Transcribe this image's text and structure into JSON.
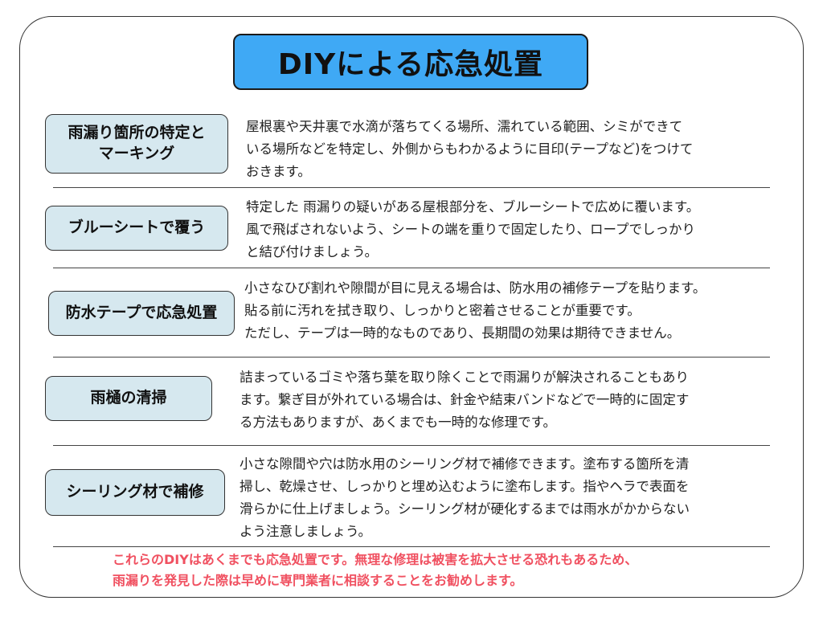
{
  "title": "DIYによる応急処置",
  "sections": [
    {
      "label": "雨漏り箇所の特定と\nマーキング",
      "description": "屋根裏や天井裏で水滴が落ちてくる場所、濡れている範囲、シミができて\nいる場所などを特定し、外側からもわかるように目印(テープなど)をつけて\nおきます。"
    },
    {
      "label": "ブルーシートで覆う",
      "description": "特定した 雨漏りの疑いがある屋根部分を、ブルーシートで広めに覆います。\n風で飛ばされないよう、シートの端を重りで固定したり、ロープでしっかり\nと結び付けましょう。"
    },
    {
      "label": "防水テープで応急処置",
      "description": "小さなひび割れや隙間が目に見える場合は、防水用の補修テープを貼ります。\n貼る前に汚れを拭き取り、しっかりと密着させることが重要です。\nただし、テープは一時的なものであり、長期間の効果は期待できません。"
    },
    {
      "label": "雨樋の清掃",
      "description": "詰まっているゴミや落ち葉を取り除くことで雨漏りが解決されることもあり\nます。繋ぎ目が外れている場合は、針金や結束バンドなどで一時的に固定す\nる方法もありますが、あくまでも一時的な修理です。"
    },
    {
      "label": "シーリング材で補修",
      "description": "小さな隙間や穴は防水用のシーリング材で補修できます。塗布する箇所を清\n掃し、乾燥させ、しっかりと埋め込むように塗布します。指やヘラで表面を\n滑らかに仕上げましょう。シーリング材が硬化するまでは雨水がかからない\nよう注意しましょう。"
    }
  ],
  "footer": "これらのDIYはあくまでも応急処置です。無理な修理は被害を拡大させる恐れもあるため、\n雨漏りを発見した際は早めに専門業者に相談することをお勧めします。",
  "colors": {
    "title_bg": "#3fa9f5",
    "label_bg": "#d6e8ef",
    "footer_text": "#f05060"
  }
}
